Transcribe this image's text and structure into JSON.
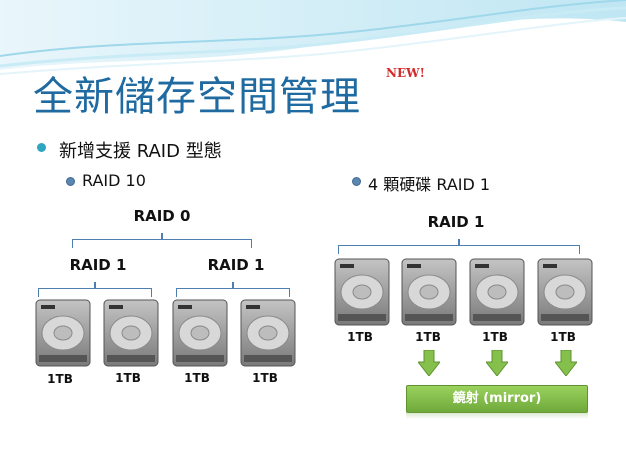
{
  "title": "全新儲存空間管理",
  "badge": "NEW!",
  "bullet_main": "新增支援 RAID 型態",
  "left": {
    "heading": "RAID 10",
    "top_label": "RAID 0",
    "sub_labels": [
      "RAID 1",
      "RAID 1"
    ],
    "disks": [
      "1TB",
      "1TB",
      "1TB",
      "1TB"
    ]
  },
  "right": {
    "heading": "4 顆硬碟 RAID 1",
    "top_label": "RAID 1",
    "disks": [
      "1TB",
      "1TB",
      "1TB",
      "1TB"
    ],
    "mirror_label": "鏡射 (mirror)"
  },
  "colors": {
    "title": "#1f6aa0",
    "badge": "#d22a2a",
    "accent": "#2ea6bf",
    "mirror": "#7cb845"
  }
}
